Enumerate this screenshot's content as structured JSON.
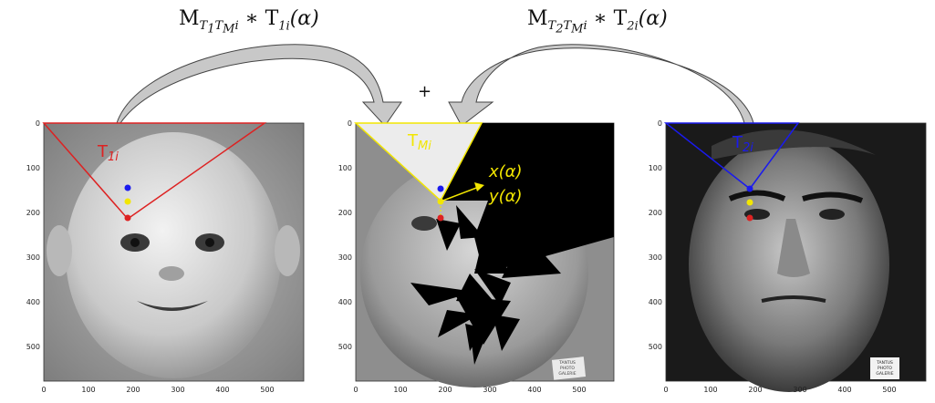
{
  "formulas": {
    "left": {
      "M": "M",
      "sub": "T1TMi",
      "op": "∗",
      "T": "T",
      "tsub": "1i",
      "arg": "(α)"
    },
    "right": {
      "M": "M",
      "sub": "T2TMi",
      "op": "∗",
      "T": "T",
      "tsub": "2i",
      "arg": "(α)"
    }
  },
  "plus": "+",
  "panels": [
    {
      "id": "baby",
      "triangle_label": "T",
      "triangle_sub": "1i",
      "triangle_color": "#dd2222"
    },
    {
      "id": "morph",
      "triangle_label": "T",
      "triangle_sub": "Mi",
      "triangle_color": "#f2e600",
      "annotation_x": "x(α)",
      "annotation_y": "y(α)",
      "watermark": [
        "TANTUS",
        "PHOTO",
        "GALERIE"
      ]
    },
    {
      "id": "godfather",
      "triangle_label": "T",
      "triangle_sub": "2i",
      "triangle_color": "#1a1aee",
      "watermark": [
        "TANTUS",
        "PHOTO",
        "GALERIE"
      ]
    }
  ],
  "axes": {
    "y_ticks": [
      "0",
      "100",
      "200",
      "300",
      "400",
      "500"
    ],
    "x_ticks": [
      "0",
      "100",
      "200",
      "300",
      "400",
      "500"
    ]
  },
  "colors": {
    "point_blue": "#1a1aee",
    "point_yellow": "#f2e600",
    "point_red": "#dd2222",
    "arrow_fill": "#c8c8c8"
  }
}
